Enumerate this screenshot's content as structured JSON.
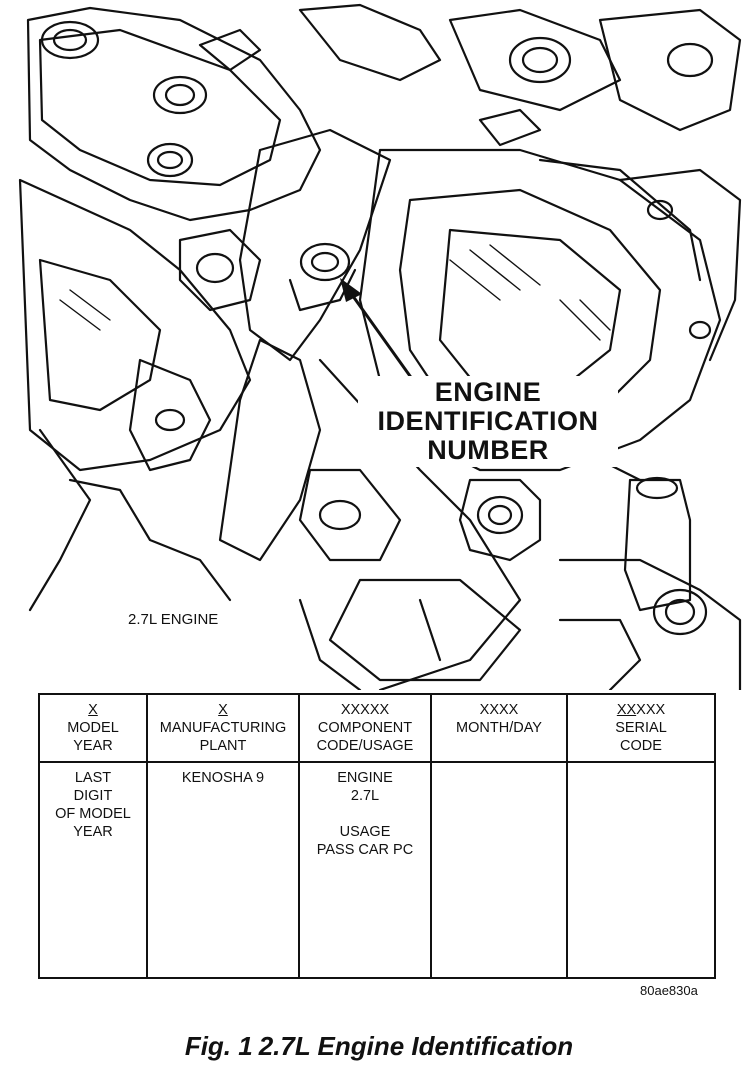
{
  "callout": {
    "line1": "ENGINE",
    "line2": "IDENTIFICATION",
    "line3": "NUMBER"
  },
  "engine_label": "2.7L ENGINE",
  "table": {
    "headers": [
      {
        "code_underlined": "X",
        "code_rest": "",
        "lines": [
          "MODEL",
          "YEAR"
        ]
      },
      {
        "code_underlined": "X",
        "code_rest": "",
        "lines": [
          "MANUFACTURING",
          "PLANT"
        ]
      },
      {
        "code_underlined": "",
        "code_rest": "XXXXX",
        "lines": [
          "COMPONENT",
          "CODE/USAGE"
        ]
      },
      {
        "code_underlined": "",
        "code_rest": "XXXX",
        "lines": [
          "MONTH/DAY"
        ]
      },
      {
        "code_underlined": "XX",
        "code_rest": "XXX",
        "lines": [
          "SERIAL",
          "CODE"
        ]
      }
    ],
    "values": {
      "model_year": [
        "LAST",
        "DIGIT",
        "OF MODEL",
        "YEAR"
      ],
      "plant": "KENOSHA 9",
      "component": [
        "ENGINE",
        "2.7L"
      ],
      "usage": [
        "USAGE",
        "PASS CAR PC"
      ]
    }
  },
  "figure_code": "80ae830a",
  "caption": {
    "fig_number": "Fig. 1",
    "title": "2.7L Engine Identification"
  }
}
